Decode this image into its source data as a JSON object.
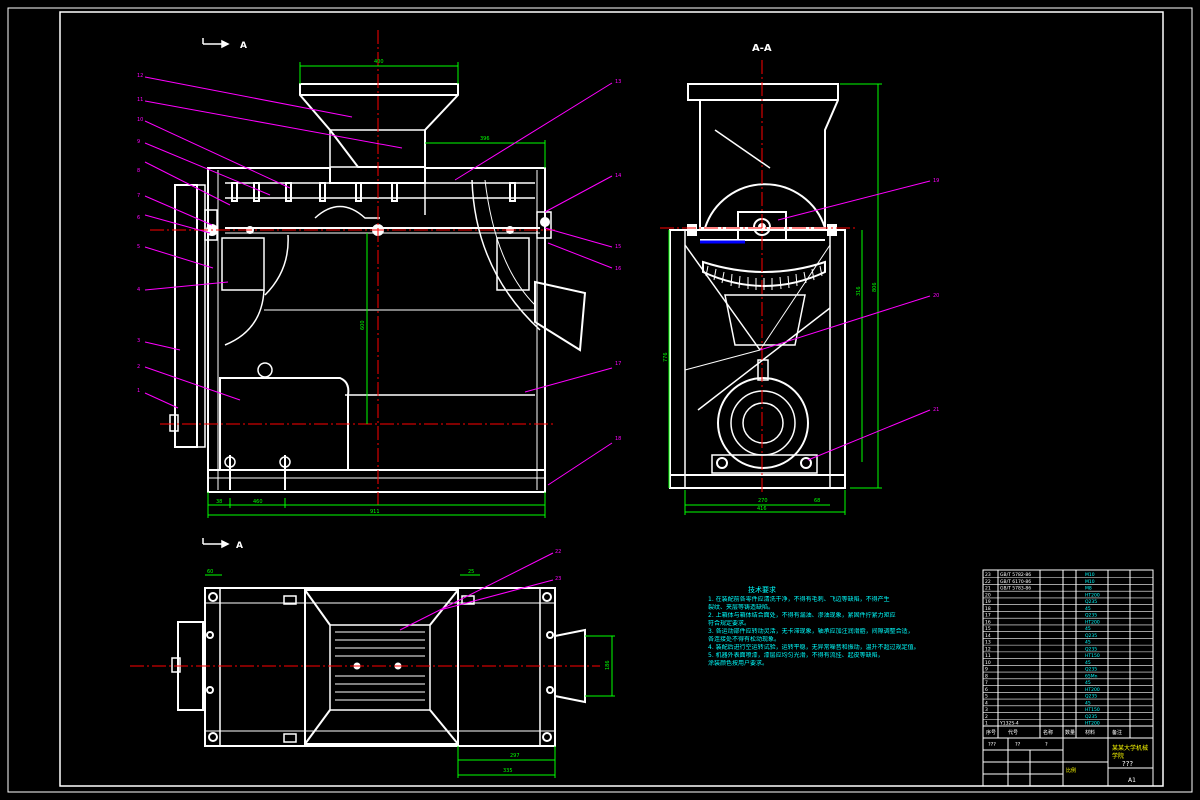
{
  "views": {
    "front_label": "A",
    "section_label": "A-A",
    "top_label": "A"
  },
  "colors": {
    "background": "#000000",
    "outline": "#ffffff",
    "dimension": "#00ff00",
    "leader": "#ff00ff",
    "centerline": "#ff0000",
    "note_text": "#00ffff",
    "title_text": "#ffff00",
    "blue_part": "#0000ff"
  },
  "dimensions": {
    "front_top_width": "400",
    "front_mid_width": "396",
    "front_height": "600",
    "front_left_offset": "38",
    "front_bottom_inner": "460",
    "front_overall": "911",
    "section_right_height_outer": "806",
    "section_right_height_inner": "316",
    "section_left_height": "776",
    "section_bottom_inner": "270",
    "section_bottom_small": "68",
    "section_overall": "416",
    "top_left_small": "60",
    "top_right_small": "25",
    "top_right_height": "186",
    "top_bottom_inner": "297",
    "top_bottom_outer": "335"
  },
  "balloons": {
    "front_left": [
      "12",
      "11",
      "10",
      "9",
      "8",
      "7",
      "6",
      "5",
      "4",
      "3",
      "2",
      "1"
    ],
    "front_right": [
      "13",
      "14",
      "15",
      "16",
      "17",
      "18"
    ],
    "section_right": [
      "19",
      "20",
      "21"
    ],
    "top": [
      "22",
      "23"
    ]
  },
  "notes": {
    "title": "技术要求",
    "lines": [
      "1. 在装配前各零件应清洗干净，不得有毛刺、飞边等缺陷，不得产生",
      "裂纹、夹层等铸造缺陷。",
      "2. 上箱体与箱体结合面处，不得有漏油、渗油现象，紧固件拧紧力矩应",
      "符合规定要求。",
      "3. 各运动部件应转动灵活，无卡滞现象，轴承应加注润滑脂，间隙调整合适，",
      "各连接处不得有松动现象。",
      "4. 装配后进行空运转试验，运转平稳，无异常噪音和振动，温升不超过规定值。",
      "5. 机器外表面喷漆，漆层应均匀光滑，不得有流挂、起皮等缺陷，",
      "涂装颜色按用户要求。"
    ]
  },
  "bom": {
    "rows": [
      [
        "23",
        "GB/T 5782-86",
        "M10"
      ],
      [
        "22",
        "GB/T 6170-86",
        "M10"
      ],
      [
        "21",
        "GB/T 5783-86",
        "M8"
      ],
      [
        "20",
        "",
        "HT200"
      ],
      [
        "19",
        "",
        "Q235"
      ],
      [
        "18",
        "",
        "45"
      ],
      [
        "17",
        "",
        "Q235"
      ],
      [
        "16",
        "",
        "HT200"
      ],
      [
        "15",
        "",
        "45"
      ],
      [
        "14",
        "",
        "Q235"
      ],
      [
        "13",
        "",
        "45"
      ],
      [
        "12",
        "",
        "Q235"
      ],
      [
        "11",
        "",
        "HT150"
      ],
      [
        "10",
        "",
        "45"
      ],
      [
        "9",
        "",
        "Q235"
      ],
      [
        "8",
        "",
        "65Mn"
      ],
      [
        "7",
        "",
        "45"
      ],
      [
        "6",
        "",
        "HT200"
      ],
      [
        "5",
        "",
        "Q235"
      ],
      [
        "4",
        "",
        "45"
      ],
      [
        "3",
        "",
        "HT150"
      ],
      [
        "2",
        "",
        "Q235"
      ],
      [
        "1",
        "Y132S-4",
        "HT200"
      ]
    ],
    "header_cells": [
      "序号",
      "代号",
      "名称",
      "数量",
      "材料",
      "备注"
    ]
  },
  "title_block": {
    "school": "某某大学机械",
    "subtitle": "学院",
    "drawing_no": "???",
    "sheet_size": "A1",
    "scale_label": "比例",
    "left_marks": [
      "???",
      "??",
      "?"
    ]
  }
}
